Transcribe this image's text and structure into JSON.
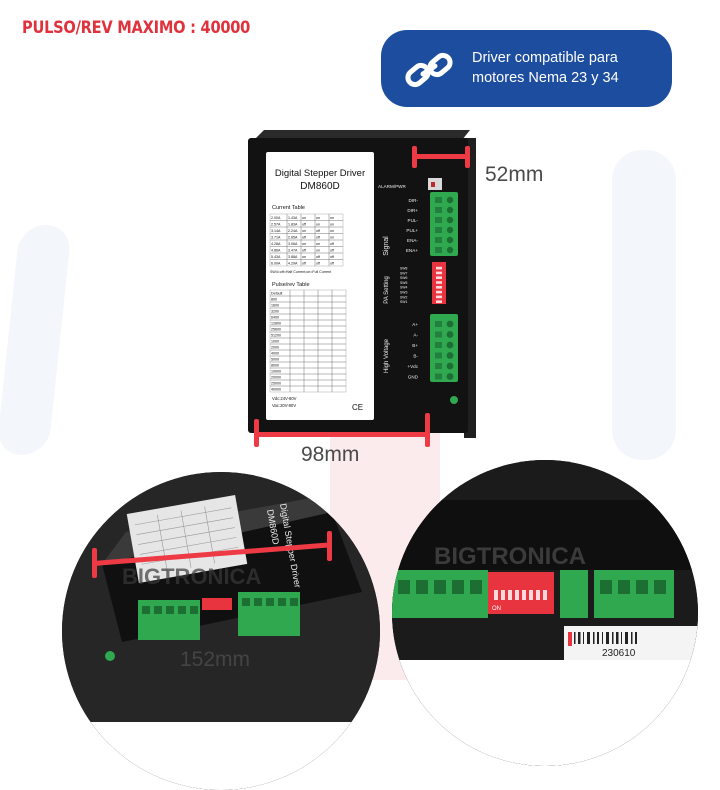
{
  "title": "PULSO/REV MAXIMO : 40000",
  "badge": {
    "line1": "Driver compatible para",
    "line2": "motores Nema 23 y 34",
    "icon": "chain-link-icon"
  },
  "dimensions": {
    "depth": "52mm",
    "width": "98mm",
    "length": "152mm"
  },
  "device": {
    "title": "Digital Stepper Driver",
    "model": "DM860D",
    "current_table_title": "Current  Table",
    "pulse_table_title": "Pulse/rev Table",
    "current_rows": [
      [
        "2.00A",
        "1.43A",
        "on",
        "on",
        "on"
      ],
      [
        "2.57A",
        "1.83A",
        "off",
        "on",
        "on"
      ],
      [
        "3.14A",
        "2.24A",
        "on",
        "off",
        "on"
      ],
      [
        "3.71A",
        "2.65A",
        "off",
        "off",
        "on"
      ],
      [
        "4.28A",
        "3.06A",
        "on",
        "on",
        "off"
      ],
      [
        "4.86A",
        "3.47A",
        "off",
        "on",
        "off"
      ],
      [
        "5.43A",
        "3.88A",
        "on",
        "off",
        "off"
      ],
      [
        "6.00A",
        "4.29A",
        "off",
        "off",
        "off"
      ]
    ],
    "sw4_note": "SW4=off=Half Current;on=Full Current",
    "pulse_rows": [
      "Default",
      "800",
      "1600",
      "3200",
      "6400",
      "12800",
      "25600",
      "51200",
      "1000",
      "2000",
      "4000",
      "5000",
      "8000",
      "10000",
      "20000",
      "25000",
      "40000"
    ],
    "power_note1": "Vdc:24V-80V",
    "power_note2": "Vac:20V-80V",
    "ce_mark": "CE",
    "terminal_header": "ALARM/PWR",
    "signal_label": "Signal",
    "signal_pins": [
      "DIR-",
      "DIR+",
      "PUL-",
      "PUL+",
      "ENA-",
      "ENA+"
    ],
    "pa_setting_label": "PA Setting",
    "dip_labels": [
      "SW8",
      "SW7",
      "SW6",
      "SW5",
      "SW4",
      "SW3",
      "SW2",
      "SW1"
    ],
    "high_voltage_label": "High Voltage",
    "power_pins": [
      "A+",
      "A-",
      "B+",
      "B-",
      "+Vdc",
      "GND"
    ]
  },
  "closeups": {
    "left_title": "Digital Stepper Driver",
    "left_model": "DM860D",
    "watermark": "BIGTRONICA",
    "dip_on_label": "ON",
    "serial": "230610"
  },
  "colors": {
    "accent_red": "#ee3a45",
    "pill_blue": "#1d4d9e",
    "terminal_green": "#2fa84f",
    "dip_red": "#e8343e"
  }
}
